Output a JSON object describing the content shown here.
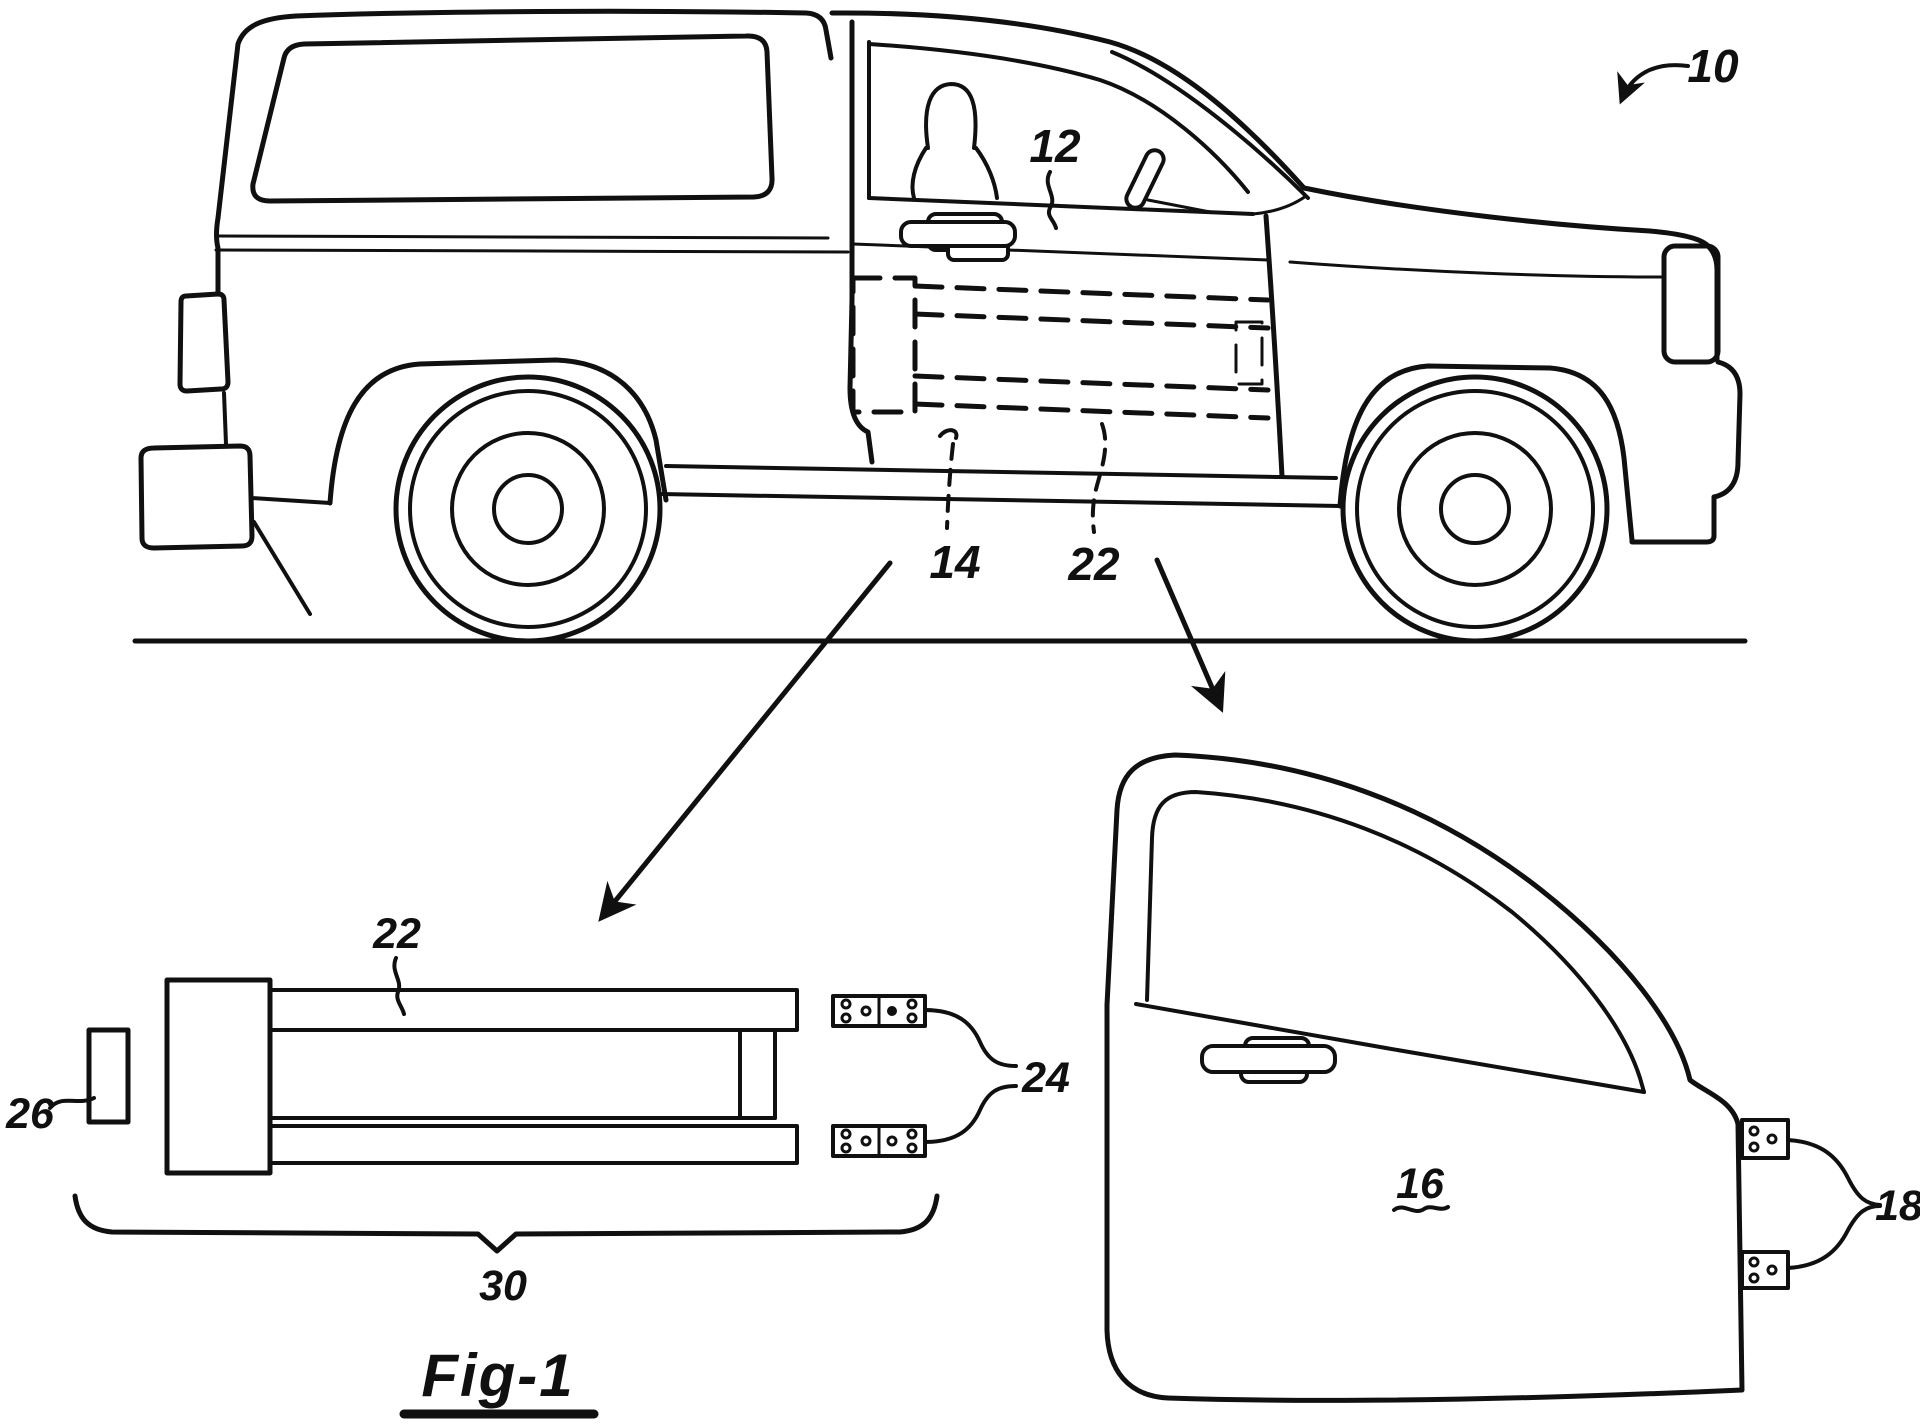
{
  "figure": {
    "caption": "Fig-1",
    "labels": {
      "vehicle": "10",
      "belt_line": "12",
      "door_inner": "14",
      "door_detail": "16",
      "hinges": "18",
      "beam_vehicle": "22",
      "beam_detail": "22",
      "brackets": "24",
      "end_plate": "26",
      "beam_assembly": "30"
    }
  }
}
